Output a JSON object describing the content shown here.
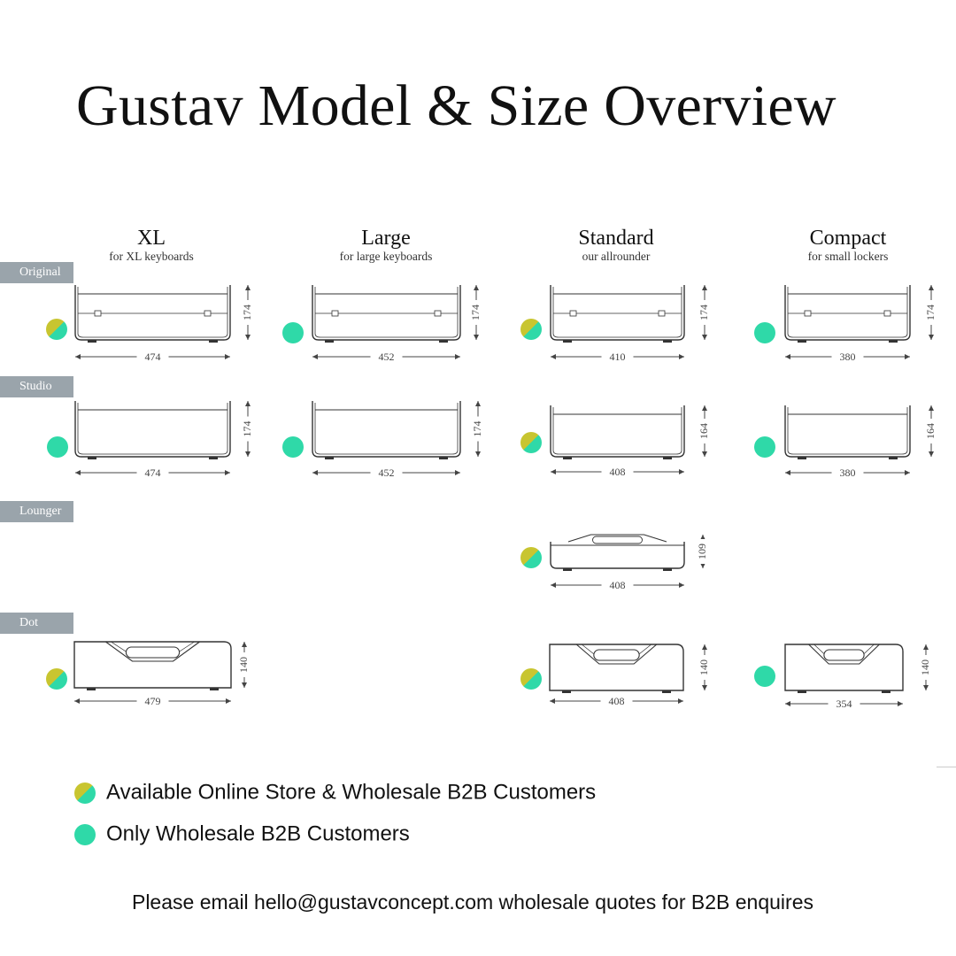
{
  "title": "Gustav Model & Size Overview",
  "columns": [
    {
      "name": "XL",
      "subtitle": "for XL keyboards"
    },
    {
      "name": "Large",
      "subtitle": "for large keyboards"
    },
    {
      "name": "Standard",
      "subtitle": "our allrounder"
    },
    {
      "name": "Compact",
      "subtitle": "for small lockers"
    }
  ],
  "rows": [
    {
      "label": "Original"
    },
    {
      "label": "Studio"
    },
    {
      "label": "Lounger"
    },
    {
      "label": "Dot"
    }
  ],
  "colors": {
    "online_store": "#c8c530",
    "wholesale": "#2fd9a8",
    "row_tag": "#9aa4ab"
  },
  "products": [
    {
      "row": "Original",
      "column": "XL",
      "width": "474",
      "height": "174",
      "availability": "online-and-wholesale"
    },
    {
      "row": "Original",
      "column": "Large",
      "width": "452",
      "height": "174",
      "availability": "wholesale-only"
    },
    {
      "row": "Original",
      "column": "Standard",
      "width": "410",
      "height": "174",
      "availability": "online-and-wholesale"
    },
    {
      "row": "Original",
      "column": "Compact",
      "width": "380",
      "height": "174",
      "availability": "wholesale-only"
    },
    {
      "row": "Studio",
      "column": "XL",
      "width": "474",
      "height": "174",
      "availability": "wholesale-only"
    },
    {
      "row": "Studio",
      "column": "Large",
      "width": "452",
      "height": "174",
      "availability": "wholesale-only"
    },
    {
      "row": "Studio",
      "column": "Standard",
      "width": "408",
      "height": "164",
      "availability": "online-and-wholesale"
    },
    {
      "row": "Studio",
      "column": "Compact",
      "width": "380",
      "height": "164",
      "availability": "wholesale-only"
    },
    {
      "row": "Lounger",
      "column": "Standard",
      "width": "408",
      "height": "109",
      "availability": "online-and-wholesale"
    },
    {
      "row": "Dot",
      "column": "XL",
      "width": "479",
      "height": "140",
      "availability": "online-and-wholesale"
    },
    {
      "row": "Dot",
      "column": "Standard",
      "width": "408",
      "height": "140",
      "availability": "online-and-wholesale"
    },
    {
      "row": "Dot",
      "column": "Compact",
      "width": "354",
      "height": "140",
      "availability": "wholesale-only"
    }
  ],
  "legend": {
    "online_and_wholesale": "Available Online Store & Wholesale B2B Customers",
    "wholesale_only": "Only Wholesale B2B Customers"
  },
  "footer": "Please email hello@gustavconcept.com wholesale quotes for B2B enquires"
}
